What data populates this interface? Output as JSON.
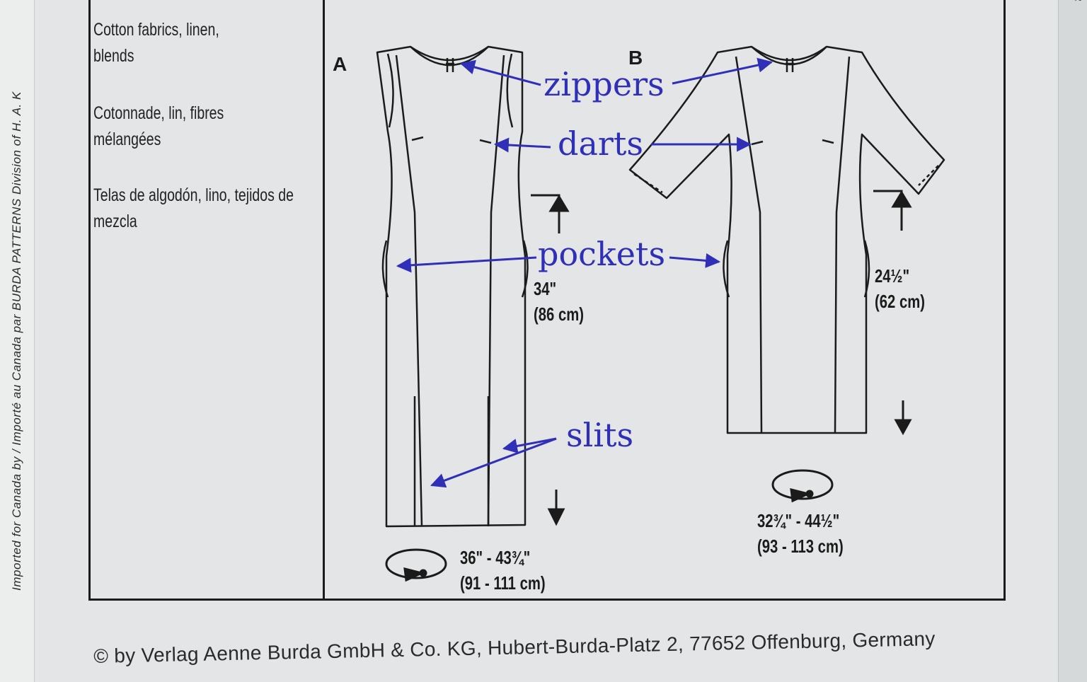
{
  "side_imprint": "Imported for Canada by / Importé au Canada par BURDA PATTERNS Division of H. A. K",
  "right_edge_text": "PR",
  "fabrics": {
    "en": "Cotton fabrics, linen, blends",
    "fr": "Cotonnade, lin, fibres mélangées",
    "es": "Telas de algodón, lino, tejidos de mezcla"
  },
  "views": {
    "a": {
      "label": "A",
      "length_in": "34\"",
      "length_cm": "(86 cm)",
      "hem_in": "36\" - 43¾\"",
      "hem_cm": "(91 - 111 cm)"
    },
    "b": {
      "label": "B",
      "length_in": "24½\"",
      "length_cm": "(62 cm)",
      "hem_in": "32¾\" - 44½\"",
      "hem_cm": "(93 - 113 cm)"
    }
  },
  "annotations": {
    "zippers": "zippers",
    "darts": "darts",
    "pockets": "pockets",
    "slits": "slits"
  },
  "annotation_color": "#2f2fb8",
  "copyright": "© by Verlag Aenne Burda GmbH & Co. KG, Hubert-Burda-Platz 2, 77652 Offenburg, Germany"
}
